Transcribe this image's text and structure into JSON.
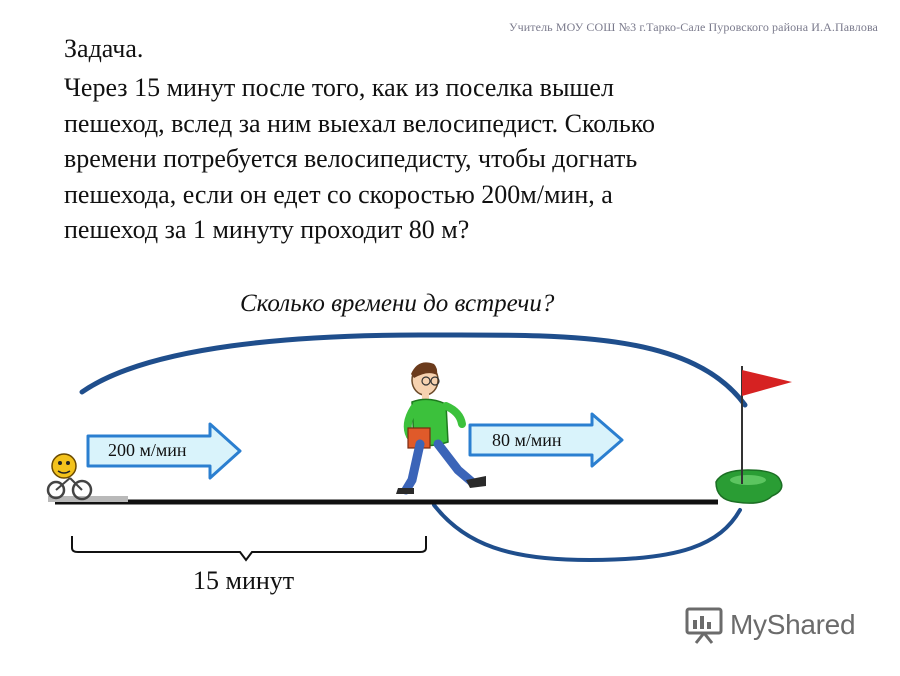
{
  "header": {
    "author_note": "Учитель МОУ СОШ №3 г.Тарко-Сале Пуровского района И.А.Павлова"
  },
  "task": {
    "title": "Задача.",
    "lines": [
      "Через 15 минут после того, как из поселка вышел",
      "пешеход, вслед за ним выехал велосипедист. Сколько",
      "времени потребуется велосипедисту, чтобы догнать",
      "пешехода, если он едет со скоростью 200м/мин, а",
      "пешеход за 1 минуту проходит 80 м?"
    ]
  },
  "diagram": {
    "question": "Сколько времени до встречи?",
    "cyclist_speed": "200 м/мин",
    "pedestrian_speed": "80 м/мин",
    "head_start": "15 минут",
    "colors": {
      "arc": "#1f4e8c",
      "arrow_fill": "#d9f3fb",
      "arrow_stroke": "#2b7fd0",
      "flag": "#d62222",
      "green": "#2a9d34"
    }
  },
  "watermark": {
    "text": "MyShared",
    "icon": "presentation-board-icon"
  }
}
